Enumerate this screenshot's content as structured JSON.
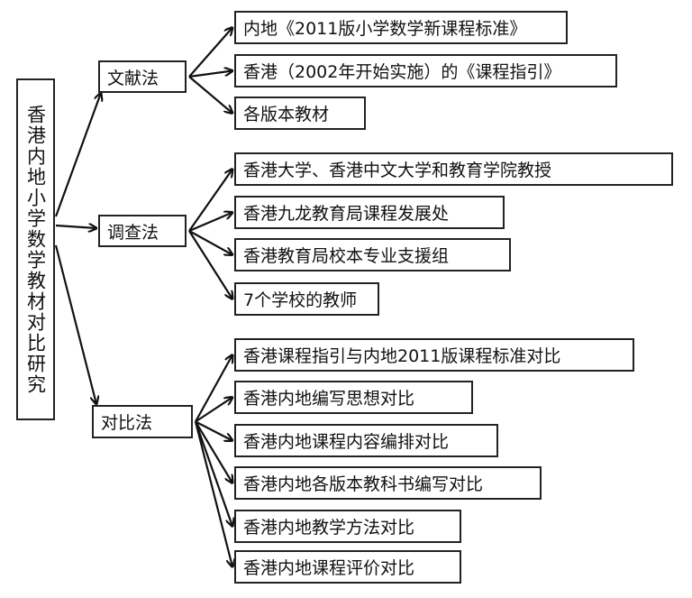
{
  "root": {
    "label": "香港内地小学数学教材对比研究"
  },
  "methods": [
    {
      "label": "文献法",
      "children": [
        "内地《2011版小学数学新课程标准》",
        "香港（2002年开始实施）的《课程指引》",
        "各版本教材"
      ]
    },
    {
      "label": "调查法",
      "children": [
        "香港大学、香港中文大学和教育学院教授",
        "香港九龙教育局课程发展处",
        "香港教育局校本专业支援组",
        "7个学校的教师"
      ]
    },
    {
      "label": "对比法",
      "children": [
        "香港课程指引与内地2011版课程标准对比",
        "香港内地编写思想对比",
        "香港内地课程内容编排对比",
        "香港内地各版本教科书编写对比",
        "香港内地教学方法对比",
        "香港内地课程评价对比"
      ]
    }
  ]
}
